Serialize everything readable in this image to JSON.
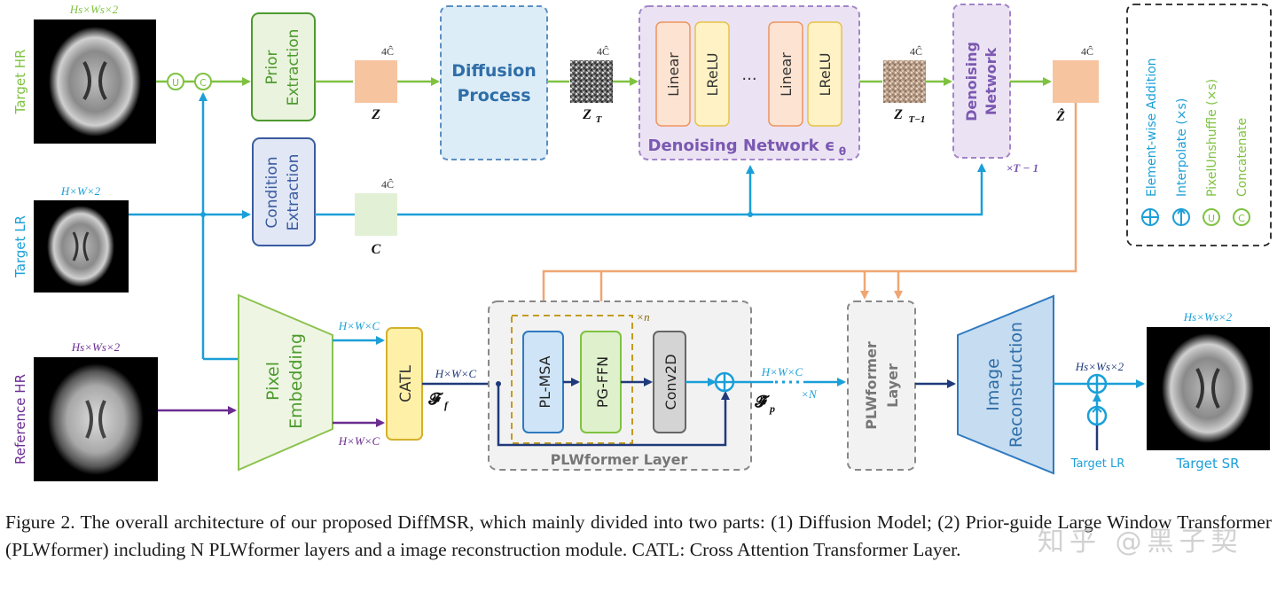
{
  "labels": {
    "target_hr": "Target HR",
    "target_lr": "Target LR",
    "reference_hr": "Reference HR",
    "target_hr_dim": "Hs×Ws×2",
    "target_lr_dim": "H×W×2",
    "reference_hr_dim": "Hs×Ws×2",
    "prior_extraction_line1": "Prior",
    "prior_extraction_line2": "Extraction",
    "condition_extraction_line1": "Condition",
    "condition_extraction_line2": "Extraction",
    "channels": "4Ĉ",
    "z": "Z",
    "c": "C",
    "z_t": "Z",
    "z_t_sub": "T",
    "z_t1": "Z",
    "z_t1_sub": "T−1",
    "z_hat": "Ẑ",
    "diffusion_process_line1": "Diffusion",
    "diffusion_process_line2": "Process",
    "linear": "Linear",
    "lrelu": "LReLU",
    "ellipsis": "···",
    "denoising_network_eps": "Denoising Network ϵ",
    "denoising_network_eps_sub": "θ",
    "denoising_network_line1": "Denoising",
    "denoising_network_line2": "Network",
    "times_t_minus_1": "×T − 1",
    "op_u": "U",
    "op_c": "C",
    "legend_addition": "Element-wise Addition",
    "legend_interpolate": "Interpolate (×s)",
    "legend_pixelunshuffle": "PixelUnshuffle (×s)",
    "legend_concatenate": "Concatenate",
    "pixel_embedding_line1": "Pixel",
    "pixel_embedding_line2": "Embedding",
    "hwc": "H×W×C",
    "catl": "CATL",
    "f_f": "𝓕",
    "f_f_sub": "f",
    "f_p": "𝓕̂",
    "f_p_sub": "p",
    "pl_msa": "PL-MSA",
    "pg_ffn": "PG-FFN",
    "conv2d": "Conv2D",
    "times_n": "×n",
    "times_N": "×N",
    "plwformer_layer": "PLWformer Layer",
    "plwformer_line1": "PLWformer",
    "plwformer_line2": "Layer",
    "image_reconstruction_line1": "Image",
    "image_reconstruction_line2": "Reconstruction",
    "output_dim": "Hs×Ws×2",
    "target_lr_small": "Target LR",
    "target_sr": "Target SR"
  },
  "caption": "Figure 2. The overall architecture of our proposed DiffMSR, which mainly divided into two parts: (1) Diffusion Model; (2) Prior-guide Large Window Transformer (PLWformer) including N PLWformer layers and a image reconstruction module. CATL: Cross Attention Transformer Layer.",
  "watermark": "知乎 @黑子契",
  "colors": {
    "green": "#7fc241",
    "blue": "#1b9fd8",
    "purple": "#6a2c91",
    "orange": "#f0a673",
    "navy": "#1f3a7a",
    "gray": "#777777"
  }
}
